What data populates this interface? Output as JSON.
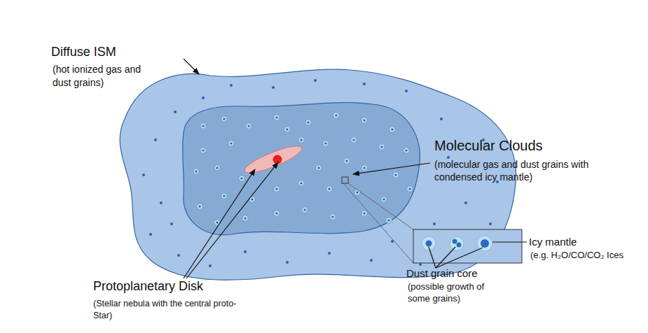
{
  "diagram": {
    "labels": [
      "Diffuse ISM",
      "(hot ionized gas and dust grains)",
      "Molecular Clouds",
      "(molecular gas and dust grains with condensed icy mantle)",
      "Icy mantle",
      "(e.g. H₂O/CO/CO₂ Ices",
      "Dust grain core",
      "(possible growth of some grains)",
      "Protoplanetary Disk",
      "(Stellar nebula with the central proto-Star)"
    ]
  }
}
